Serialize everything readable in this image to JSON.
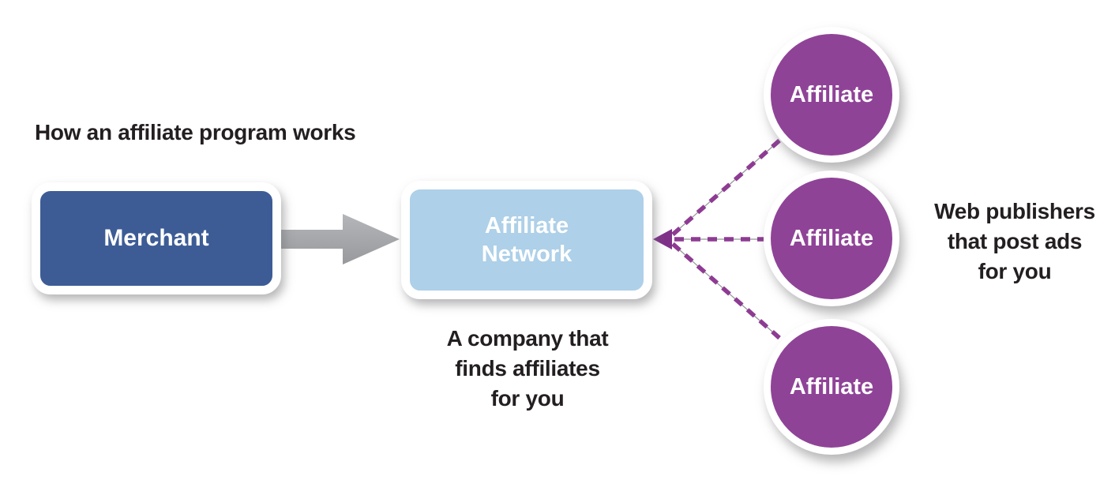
{
  "title": "How an affiliate program works",
  "merchant": {
    "label": "Merchant"
  },
  "network": {
    "label_lines": [
      "Affiliate",
      "Network"
    ],
    "caption_lines": [
      "A company that",
      "finds affiliates",
      "for you"
    ]
  },
  "affiliates": [
    {
      "label": "Affiliate"
    },
    {
      "label": "Affiliate"
    },
    {
      "label": "Affiliate"
    }
  ],
  "publishers_caption_lines": [
    "Web publishers",
    "that post ads",
    "for you"
  ],
  "colors": {
    "merchant_fill": "#3d5c96",
    "network_fill": "#aed0e8",
    "affiliate_fill": "#8f4397",
    "connector_purple": "#8e3b93",
    "connector_arrowhead": "#7f3189",
    "arrow_gray": "#a6a8ab",
    "text_dark": "#231f20",
    "node_text": "#ffffff"
  }
}
